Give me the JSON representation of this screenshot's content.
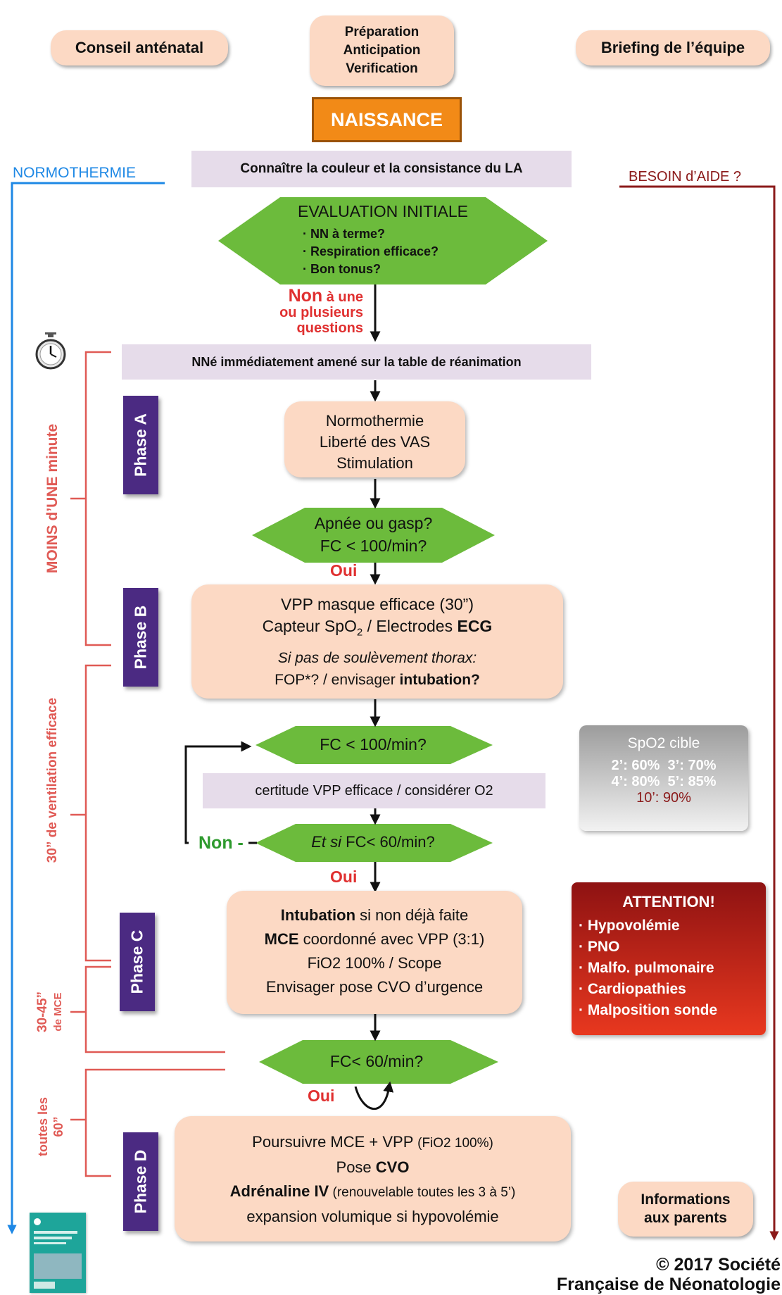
{
  "header": {
    "conseil": "Conseil anténatal",
    "prep_lines": [
      "Préparation",
      "Anticipation",
      "Verification"
    ],
    "briefing": "Briefing de l’équipe",
    "naissance": "NAISSANCE"
  },
  "side": {
    "normothermie": "NORMOTHERMIE",
    "besoin_aide": "BESOIN d’AIDE ?",
    "moins_une_minute": "MOINS d’UNE minute",
    "ventilation_30": "30” de ventilation efficace",
    "mce_lines": [
      "30-45”",
      "de MCE"
    ],
    "toutes_les_lines": [
      "toutes les",
      "60”"
    ]
  },
  "flow": {
    "connaitre_la": "Connaître la couleur et la consistance du LA",
    "evaluation_title": "EVALUATION INITIALE",
    "evaluation_items": [
      "NN à terme?",
      "Respiration efficace?",
      "Bon tonus?"
    ],
    "non_word": "Non",
    "non_rest": [
      "à une",
      "ou plusieurs",
      "questions"
    ],
    "nne_immediatement": "NNé immédiatement amené sur la table de réanimation",
    "phase_a": "Phase A",
    "phase_a_box": [
      "Normothermie",
      "Liberté des VAS",
      "Stimulation"
    ],
    "apnee_lines": [
      "Apnée ou gasp?",
      "FC < 100/min?"
    ],
    "oui": "Oui",
    "phase_b": "Phase B",
    "vpp_line1": "VPP masque efficace (30”)",
    "capteur_prefix": "Capteur SpO",
    "capteur_sub": "2",
    "capteur_suffix": " / Electrodes ",
    "capteur_ecg": "ECG",
    "si_pas": "Si pas de soulèvement thorax:",
    "fop_prefix": "FOP*? / envisager ",
    "fop_bold": "intubation?",
    "fc100": "FC < 100/min?",
    "certitude": "certitude VPP efficace / considérer O2",
    "non_green": "Non",
    "et_si_italic": "Et si",
    "et_si_rest": "FC< 60/min?",
    "phase_c": "Phase C",
    "phase_c_lines": [
      {
        "bold": "Intubation",
        "rest": " si non déjà faite"
      },
      {
        "bold": "MCE",
        "rest": " coordonné avec VPP (3:1)"
      },
      {
        "bold": "",
        "rest": "FiO2 100% / Scope"
      },
      {
        "bold": "",
        "rest": "Envisager pose CVO d’urgence"
      }
    ],
    "fc60": "FC< 60/min?",
    "phase_d": "Phase D",
    "phase_d_line1_main": "Poursuivre MCE + VPP ",
    "phase_d_line1_small": "(FiO2 100%)",
    "phase_d_line2_prefix": "Pose ",
    "phase_d_line2_bold": "CVO",
    "phase_d_line3_bold": "Adrénaline IV",
    "phase_d_line3_small": " (renouvelable toutes les 3 à 5’)",
    "phase_d_line4": "expansion volumique si hypovolémie"
  },
  "spo2": {
    "title": "SpO2 cible",
    "row1": "2’: 60%  3’: 70%",
    "row2": "4’: 80%  5’: 85%",
    "row3": "10’: 90%"
  },
  "attention": {
    "title": "ATTENTION!",
    "items": [
      "Hypovolémie",
      "PNO",
      "Malfo. pulmonaire",
      "Cardiopathies",
      "Malposition sonde"
    ]
  },
  "informations": [
    "Informations",
    "aux parents"
  ],
  "copyright": [
    "© 2017 Société",
    "Française de Néonatologie"
  ],
  "colors": {
    "blue": "#1e88e5",
    "darkred": "#8b1a1a",
    "orange": "#f28a17",
    "green": "#6cbb3c",
    "purple": "#4b2a82",
    "salmon": "#e05a55",
    "peach": "#fcd9c4",
    "lavender": "#e6dcea"
  }
}
